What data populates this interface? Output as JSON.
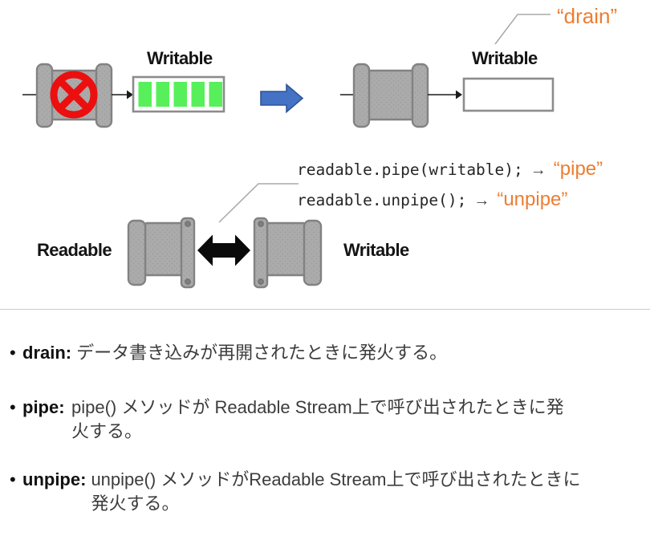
{
  "colors": {
    "pipe_fill": "#ababab",
    "pipe_border": "#828282",
    "bolt_fill": "#7e7e7e",
    "valve_red": "#ec0f0f",
    "buffer_green": "#57f05a",
    "box_border": "#8c8c8c",
    "arrow_blue": "#4472c4",
    "arrow_blue_border": "#2f5597",
    "accent_orange": "#ed7d31",
    "callout_gray": "#a8a8a8",
    "line_black": "#1a1a1a",
    "code_text": "#262626",
    "term_text": "#111111",
    "body_text": "#3c3c3c",
    "divider": "#cccccc"
  },
  "diagram": {
    "top_left": {
      "label": "Writable"
    },
    "top_right": {
      "label": "Writable",
      "event": "“drain”"
    },
    "code_lines": [
      {
        "code": "readable.pipe(writable);",
        "arrow": "→",
        "event": "“pipe”"
      },
      {
        "code": "readable.unpipe();",
        "arrow": "→",
        "event": "“unpipe”"
      }
    ],
    "bottom": {
      "left_label": "Readable",
      "right_label": "Writable"
    }
  },
  "bullets": {
    "marker": "•",
    "items": [
      {
        "term": "drain:",
        "description": "データ書き込みが再開されたときに発火する。"
      },
      {
        "term": "pipe:",
        "description": "pipe() メソッドが Readable Stream上で呼び出されたときに発火する。"
      },
      {
        "term": "unpipe:",
        "description": "unpipe() メソッドがReadable Stream上で呼び出されたときに発火する。"
      }
    ]
  }
}
